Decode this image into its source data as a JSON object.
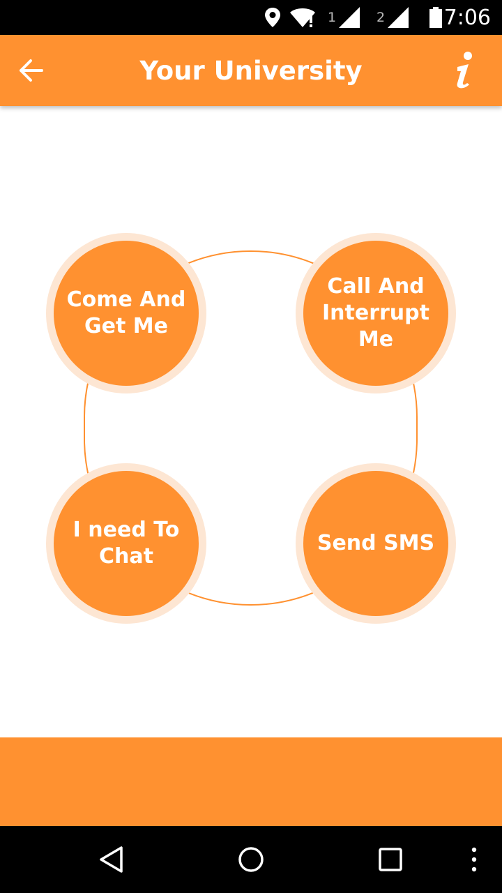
{
  "status_bar": {
    "time": "7:06",
    "sim1_label": "1",
    "sim2_label": "2",
    "icons": [
      "location-icon",
      "wifi-icon",
      "signal-icon",
      "battery-icon"
    ]
  },
  "app_bar": {
    "title": "Your University",
    "back_icon": "arrow-left-icon",
    "info_icon": "info-icon"
  },
  "actions": [
    {
      "label_line1": "Come And",
      "label_line2": "Get Me"
    },
    {
      "label_line1": "Call And",
      "label_line2": "Interrupt Me"
    },
    {
      "label_line1": "I need To",
      "label_line2": "Chat"
    },
    {
      "label_line1": "Send SMS",
      "label_line2": ""
    }
  ],
  "nav_bar": {
    "icons": [
      "back-triangle-icon",
      "home-circle-icon",
      "recents-square-icon",
      "more-vert-icon"
    ]
  },
  "colors": {
    "accent": "#ff9130",
    "accent_light": "#fde6d3",
    "background": "#ffffff",
    "system_bars": "#000000"
  }
}
